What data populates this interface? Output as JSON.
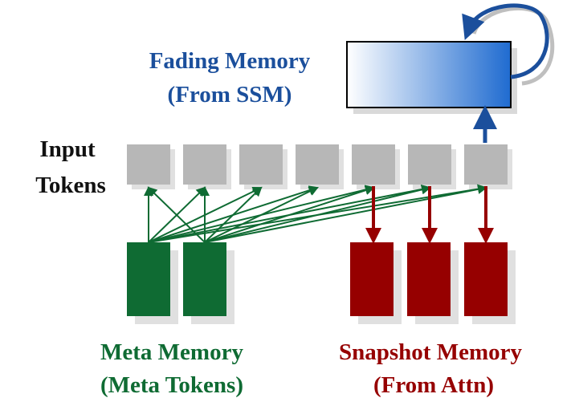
{
  "colors": {
    "fading": "#1b4f9c",
    "fading_gradient_start": "#ffffff",
    "fading_gradient_end": "#1f6bd0",
    "token": "#b7b7b7",
    "token_shadow": "#e0e0e0",
    "meta": "#0f6b33",
    "snapshot": "#960000",
    "text_dark": "#111111"
  },
  "fading_memory": {
    "line1": "Fading Memory",
    "line2": "(From SSM)"
  },
  "input_tokens": {
    "line1": "Input",
    "line2": "Tokens",
    "count": 7
  },
  "meta_memory": {
    "line1": "Meta Memory",
    "line2": "(Meta Tokens)",
    "count": 2
  },
  "snapshot_memory": {
    "line1": "Snapshot Memory",
    "line2": "(From Attn)",
    "count": 3
  }
}
